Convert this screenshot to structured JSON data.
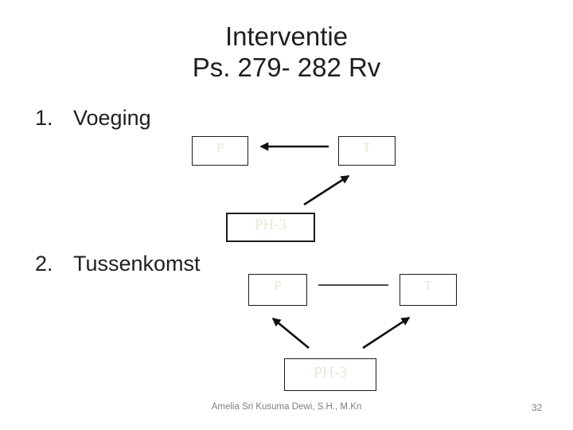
{
  "slide": {
    "title_line1": "Interventie",
    "title_line2": "Ps. 279- 282 Rv",
    "items": [
      {
        "number": "1.",
        "label": "Voeging"
      },
      {
        "number": "2.",
        "label": "Tussenkomst"
      }
    ],
    "diagram1": {
      "box_p": "P",
      "box_t": "T",
      "box_ph": "PH-3",
      "arrows": [
        "t-to-p",
        "ph3-to-t"
      ]
    },
    "diagram2": {
      "box_p": "P",
      "box_t": "T",
      "box_ph": "PH-3",
      "connector": "p-t-plain-line",
      "arrows": [
        "ph3-to-p",
        "ph3-to-t"
      ]
    },
    "footer": {
      "author": "Amelia Sri Kusuma Dewi, S.H., M.Kn",
      "page_number": "32"
    },
    "colors": {
      "background": "#ffffff",
      "body_text": "#1f1f1f",
      "box_border": "#1c1c1c",
      "faint_box_label": "#e9e6d9",
      "footer_text": "#808080"
    }
  }
}
